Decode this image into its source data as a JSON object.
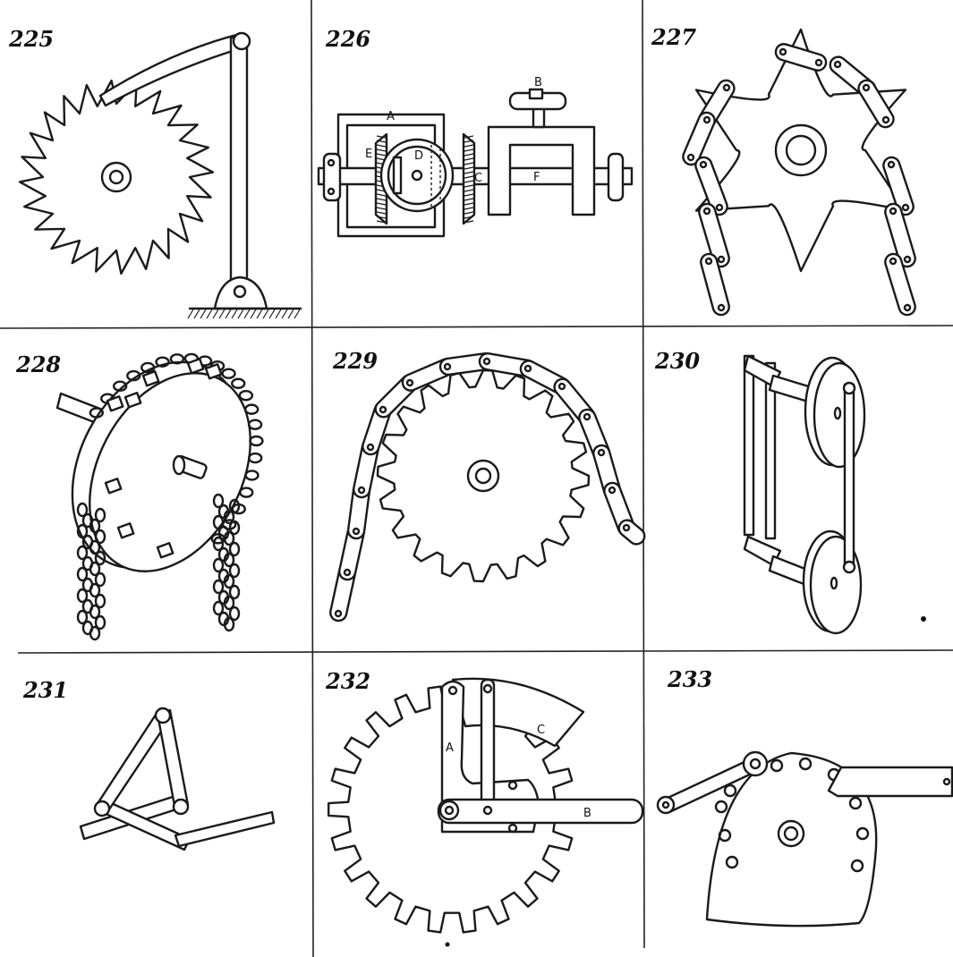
{
  "figures": [
    {
      "number": "225",
      "labels": []
    },
    {
      "number": "226",
      "labels": [
        "A",
        "B",
        "C",
        "D",
        "E",
        "F"
      ]
    },
    {
      "number": "227",
      "labels": []
    },
    {
      "number": "228",
      "labels": []
    },
    {
      "number": "229",
      "labels": []
    },
    {
      "number": "230",
      "labels": []
    },
    {
      "number": "231",
      "labels": []
    },
    {
      "number": "232",
      "labels": [
        "A",
        "B",
        "C"
      ]
    },
    {
      "number": "233",
      "labels": []
    }
  ]
}
